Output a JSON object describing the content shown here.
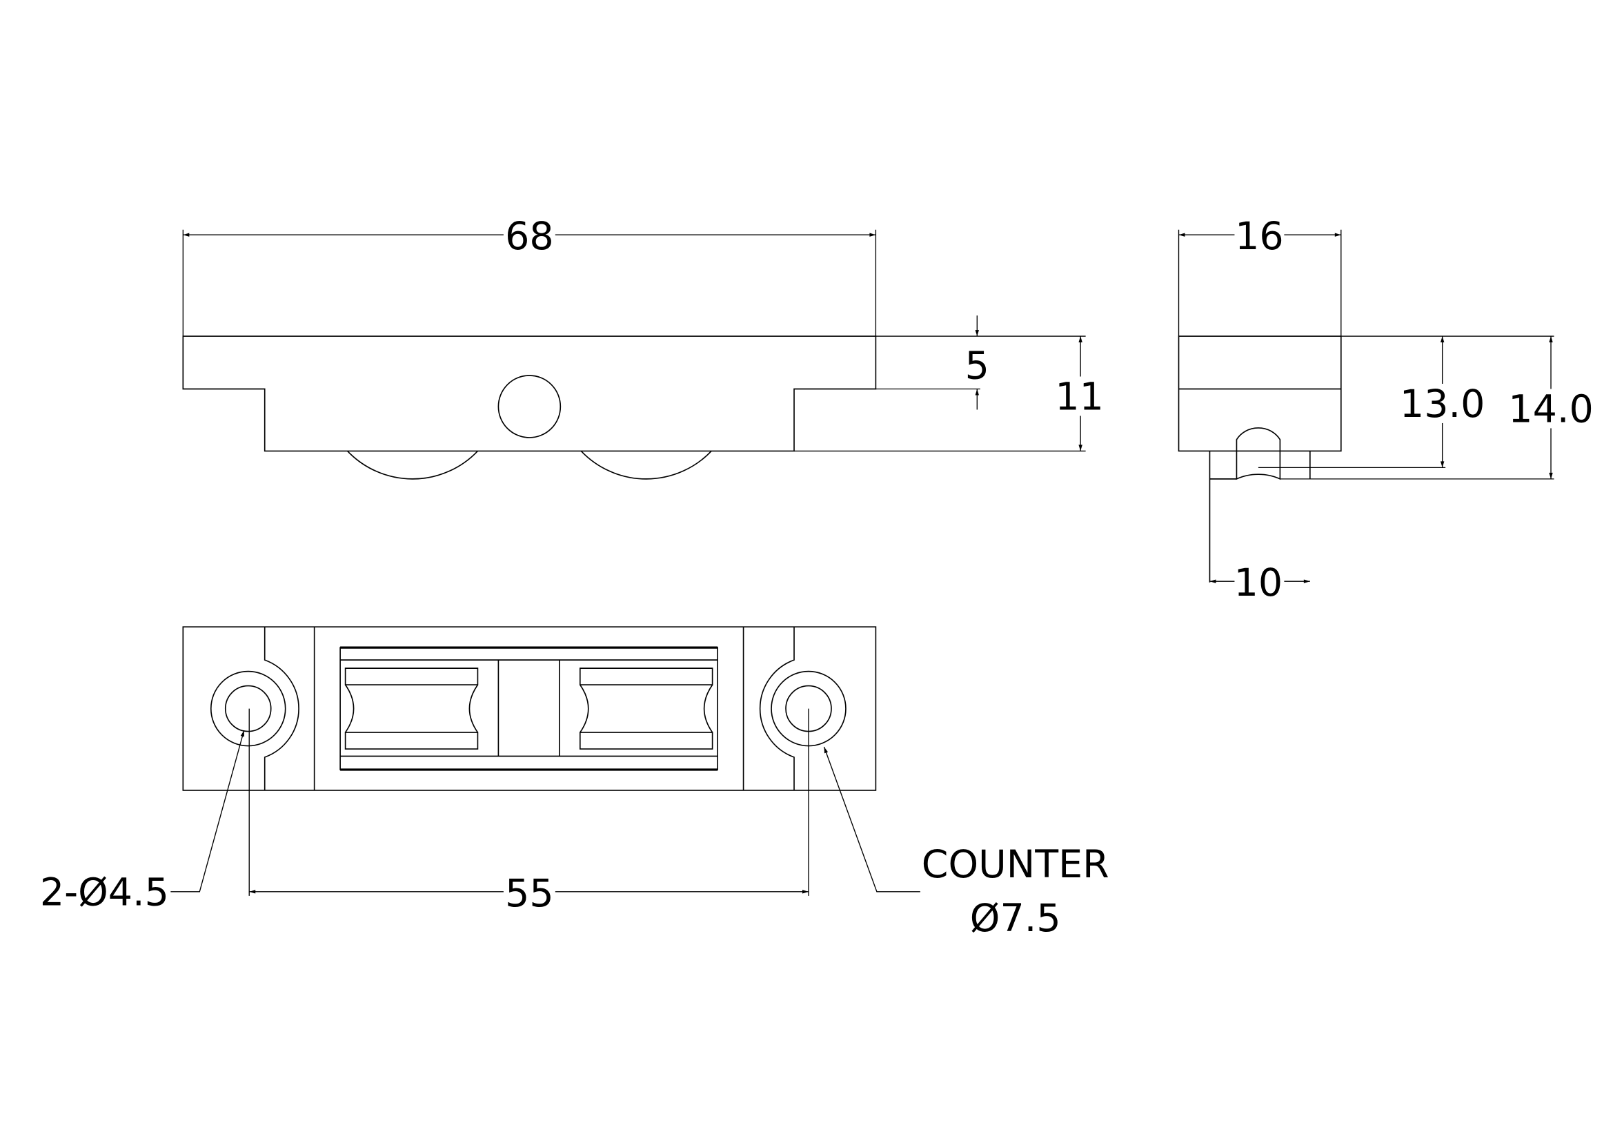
{
  "drawing": {
    "front_view": {
      "overall_length": "68",
      "step_height": "5",
      "total_height": "11"
    },
    "side_view": {
      "width": "16",
      "height_to_groove": "13.0",
      "height_total": "14.0",
      "wheel_width": "10"
    },
    "bottom_view": {
      "hole_spacing": "55",
      "hole_callout": "2-Ø4.5",
      "counter_label": "COUNTER",
      "counter_diameter": "Ø7.5"
    }
  }
}
